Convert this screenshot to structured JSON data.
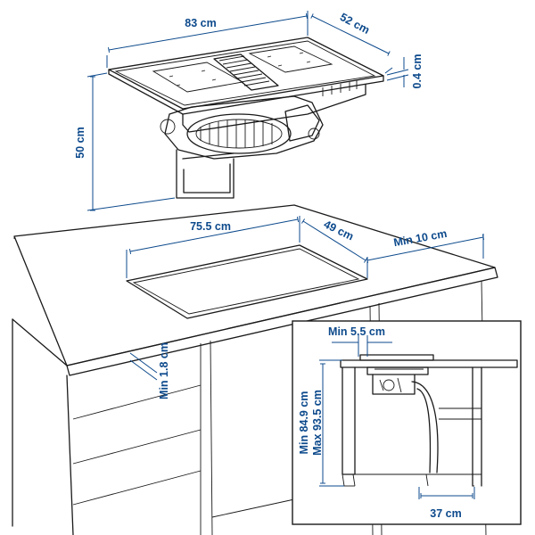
{
  "colors": {
    "dimension": "#0d4a8c",
    "line": "#1a1a1a",
    "background": "#ffffff",
    "hob_top": "#ffffff",
    "hob_frame": "#222222"
  },
  "hob": {
    "width": "83 cm",
    "depth": "52 cm",
    "thickness": "0.4 cm",
    "height": "50 cm"
  },
  "cutout": {
    "width": "75.5 cm",
    "depth": "49 cm",
    "back_gap": "Min 10 cm",
    "worktop_thickness": "Min 1.8 cm"
  },
  "detail": {
    "front_gap": "Min 5.5 cm",
    "height_min": "Min 84.9 cm",
    "height_max": "Max 93.5 cm",
    "depth": "37 cm"
  }
}
